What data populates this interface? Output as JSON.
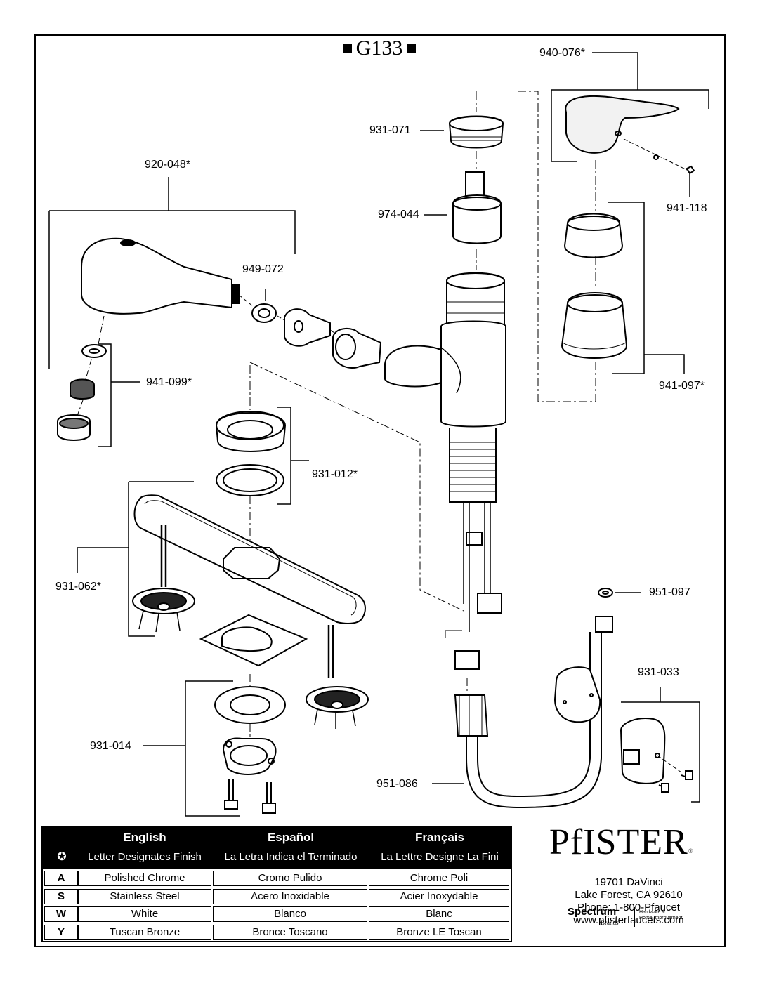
{
  "model": "G133",
  "parts": [
    {
      "id": "lbl-940-076",
      "text": "940-076*"
    },
    {
      "id": "lbl-931-071",
      "text": "931-071"
    },
    {
      "id": "lbl-920-048",
      "text": "920-048*"
    },
    {
      "id": "lbl-941-118",
      "text": "941-118"
    },
    {
      "id": "lbl-974-044",
      "text": "974-044"
    },
    {
      "id": "lbl-949-072",
      "text": "949-072"
    },
    {
      "id": "lbl-941-099",
      "text": "941-099*"
    },
    {
      "id": "lbl-941-097",
      "text": "941-097*"
    },
    {
      "id": "lbl-931-012",
      "text": "931-012*"
    },
    {
      "id": "lbl-931-062",
      "text": "931-062*"
    },
    {
      "id": "lbl-951-097",
      "text": "951-097"
    },
    {
      "id": "lbl-931-033",
      "text": "931-033"
    },
    {
      "id": "lbl-931-014",
      "text": "931-014"
    },
    {
      "id": "lbl-951-086",
      "text": "951-086"
    }
  ],
  "legend": {
    "symbol": "✪",
    "headers": [
      {
        "lang": "English",
        "sub": "Letter Designates Finish"
      },
      {
        "lang": "Español",
        "sub": "La Letra Indica el Terminado"
      },
      {
        "lang": "Français",
        "sub": "La Lettre Designe La Fini"
      }
    ],
    "rows": [
      {
        "key": "A",
        "en": "Polished Chrome",
        "es": "Cromo Pulido",
        "fr": "Chrome Poli"
      },
      {
        "key": "S",
        "en": "Stainless Steel",
        "es": "Acero Inoxidable",
        "fr": "Acier Inoxydable"
      },
      {
        "key": "W",
        "en": "White",
        "es": "Blanco",
        "fr": "Blanc"
      },
      {
        "key": "Y",
        "en": "Tuscan Bronze",
        "es": "Bronce Toscano",
        "fr": "Bronze LE Toscan"
      }
    ]
  },
  "brand": {
    "logo": "PfISTER",
    "reg": "®",
    "address": [
      "19701 DaVinci",
      "Lake Forest, CA 92610",
      "Phone: 1-800-Pfaucet",
      "www.pfisterfaucets.com"
    ],
    "spectrum": "Spectrum",
    "brands": "Brands",
    "tag1": "Hardware &",
    "tag2": "Home Improvement"
  }
}
